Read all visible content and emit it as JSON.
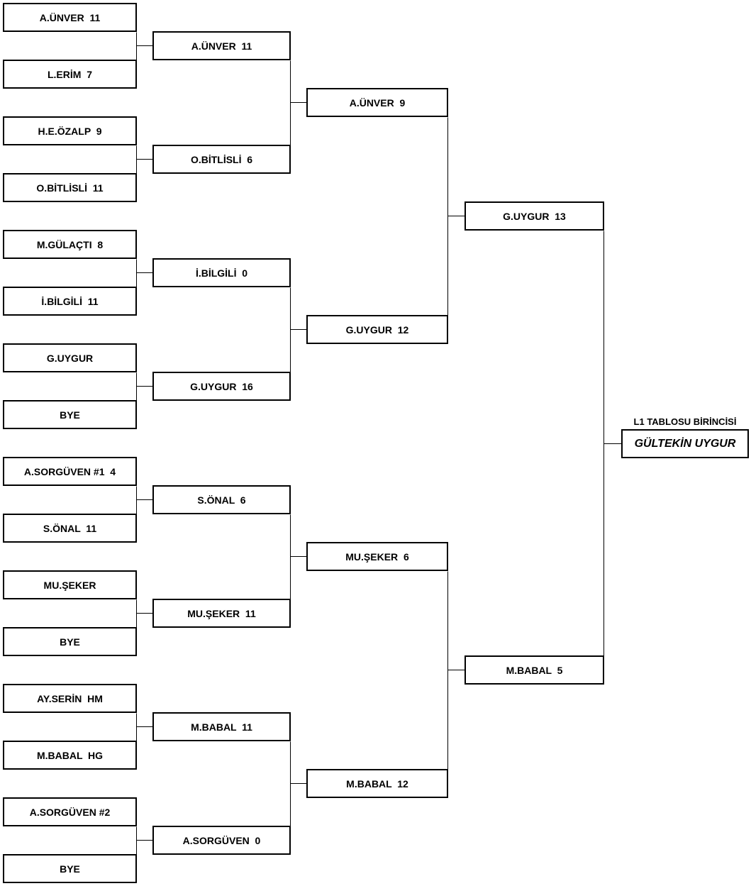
{
  "bracket": {
    "round1": [
      "A.ÜNVER  11",
      "L.ERİM  7",
      "H.E.ÖZALP  9",
      "O.BİTLİSLİ  11",
      "M.GÜLAÇTI  8",
      "İ.BİLGİLİ  11",
      "G.UYGUR",
      "BYE",
      "A.SORGÜVEN #1  4",
      "S.ÖNAL  11",
      "MU.ŞEKER",
      "BYE",
      "AY.SERİN  HM",
      "M.BABAL  HG",
      "A.SORGÜVEN #2",
      "BYE"
    ],
    "round2": [
      "A.ÜNVER  11",
      "O.BİTLİSLİ  6",
      "İ.BİLGİLİ  0",
      "G.UYGUR  16",
      "S.ÖNAL  6",
      "MU.ŞEKER  11",
      "M.BABAL  11",
      "A.SORGÜVEN  0"
    ],
    "round3": [
      "A.ÜNVER  9",
      "G.UYGUR  12",
      "MU.ŞEKER  6",
      "M.BABAL  12"
    ],
    "round4": [
      "G.UYGUR  13",
      "M.BABAL  5"
    ],
    "champion_title": "L1 TABLOSU BİRİNCİSİ",
    "champion_name": "GÜLTEKİN UYGUR"
  }
}
